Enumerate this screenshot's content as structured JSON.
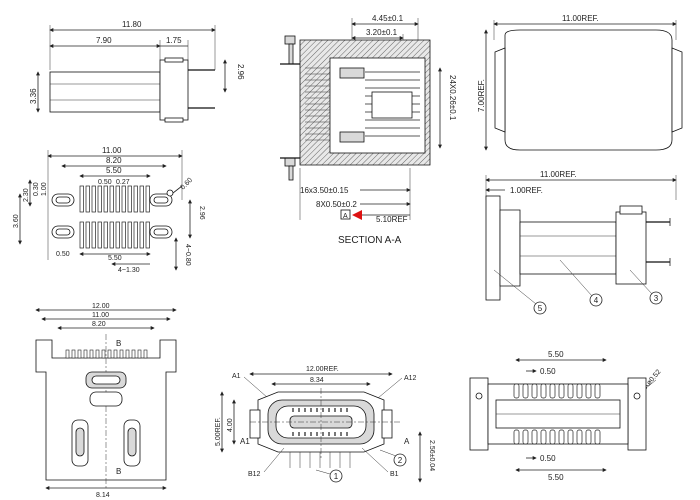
{
  "top_left": {
    "d_11_80": "11.80",
    "d_7_90": "7.90",
    "d_1_75": "1.75",
    "d_2_96": "2.96",
    "d_3_36": "3.36"
  },
  "section": {
    "d_4_45": "4.45±0.1",
    "d_3_20": "3.20±0.1",
    "d_24x": "24X0.26±0.1",
    "d_16x": "16x3.50±0.15",
    "d_8x": "8X0.50±0.2",
    "d_5_10": "5.10REF",
    "marker_a": "A",
    "caption": "SECTION A-A"
  },
  "top_right": {
    "d_11_00ref": "11.00REF.",
    "d_7_00ref": "7.00REF."
  },
  "footprint": {
    "d_11_00": "11.00",
    "d_8_20": "8.20",
    "d_5_50": "5.50",
    "d_0_50": "0.50",
    "d_0_27": "0.27",
    "d_2_30": "2.30",
    "d_0_30": "0.30",
    "d_1_00": "1.00",
    "d_0_60": "0.60",
    "d_3_60": "3.60",
    "d_2_96": "2.96",
    "d_0_50b": "0.50",
    "d_5_50b": "5.50",
    "d_4_1_30": "4~1.30",
    "d_4_0_80": "4~0.80"
  },
  "side_view": {
    "d_11_00ref": "11.00REF.",
    "d_1_00ref": "1.00REF.",
    "c5": "5",
    "c4": "4",
    "c3": "3"
  },
  "bottom_left": {
    "d_12_00": "12.00",
    "d_11_00": "11.00",
    "d_8_20": "8.20",
    "label_b_top": "B",
    "label_b_bot": "B",
    "d_8_14": "8.14"
  },
  "bottom_center": {
    "d_12_00ref": "12.00REF.",
    "d_8_34": "8.34",
    "d_5_00ref": "5.00REF.",
    "d_4_00": "4.00",
    "label_a1_tl": "A1",
    "label_a12": "A12",
    "label_a1_left": "A1",
    "label_a_right": "A",
    "label_b12": "B12",
    "label_b1": "B1",
    "d_2_56": "2.56±0.04",
    "c1": "1",
    "c2": "2"
  },
  "bottom_right": {
    "d_5_50": "5.50",
    "d_0_50": "0.50",
    "d_2x": "2Xø0.52",
    "d_0_50b": "0.50",
    "d_5_50b": "5.50"
  }
}
